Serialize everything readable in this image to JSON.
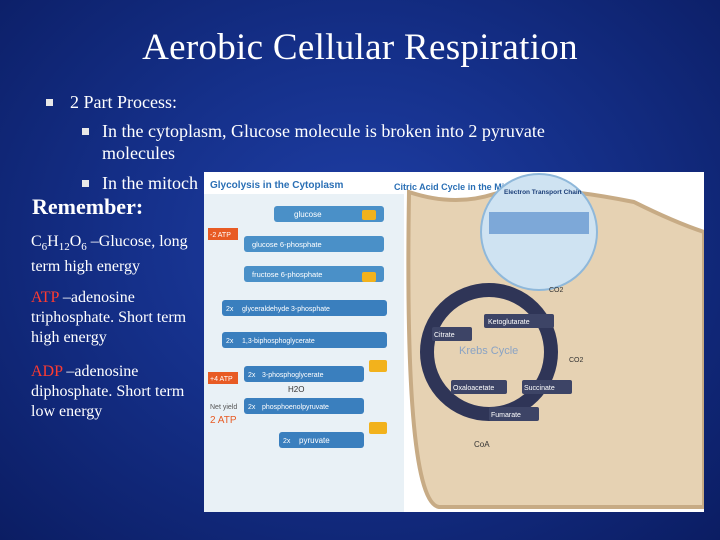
{
  "slide": {
    "title": "Aerobic Cellular Respiration",
    "bullets": [
      "2 Part Process:",
      "In the cytoplasm, Glucose molecule is broken into 2 pyruvate molecules",
      "In the mitoch"
    ],
    "remember_heading": "Remember:",
    "glucose_prefix": "C",
    "glucose_h": "H",
    "glucose_o": "O",
    "glucose_sub_c": "6",
    "glucose_sub_h": "12",
    "glucose_sub_o": "6",
    "glucose_desc": " –Glucose, long term high energy",
    "atp_term": "ATP",
    "atp_desc": " –adenosine triphosphate. Short term high energy",
    "adp_term": "ADP",
    "adp_desc": " –adenosine diphosphate. Short term low energy",
    "accent_color": "#ff3b30"
  },
  "figure": {
    "glycolysis_title": "Glycolysis in the Cytoplasm",
    "citric_title": "Citric Acid Cycle in the Mitochondria",
    "etc_title": "Electron Transport Chain",
    "krebs_label": "Krebs Cycle",
    "glucose": "glucose",
    "glucose6p": "glucose 6-phosphate",
    "fructose6p": "fructose 6-phosphate",
    "g3p": "glyceraldehyde 3-phosphate",
    "bpg": "1,3-biphosphoglycerate",
    "pg3": "3-phosphoglycerate",
    "pep": "phosphoenolpyruvate",
    "pyruvate": "pyruvate",
    "water": "H2O",
    "minus2atp": "-2 ATP",
    "plus4atp": "+4 ATP",
    "netyield": "Net yield",
    "net2atp": "2 ATP",
    "ketoglutarate": "Ketoglutarate",
    "citrate": "Citrate",
    "oxaloacetate": "Oxaloacetate",
    "succinate": "Succinate",
    "fumarate": "Fumarate",
    "coa": "CoA",
    "co2": "CO2",
    "x2": "2x"
  }
}
